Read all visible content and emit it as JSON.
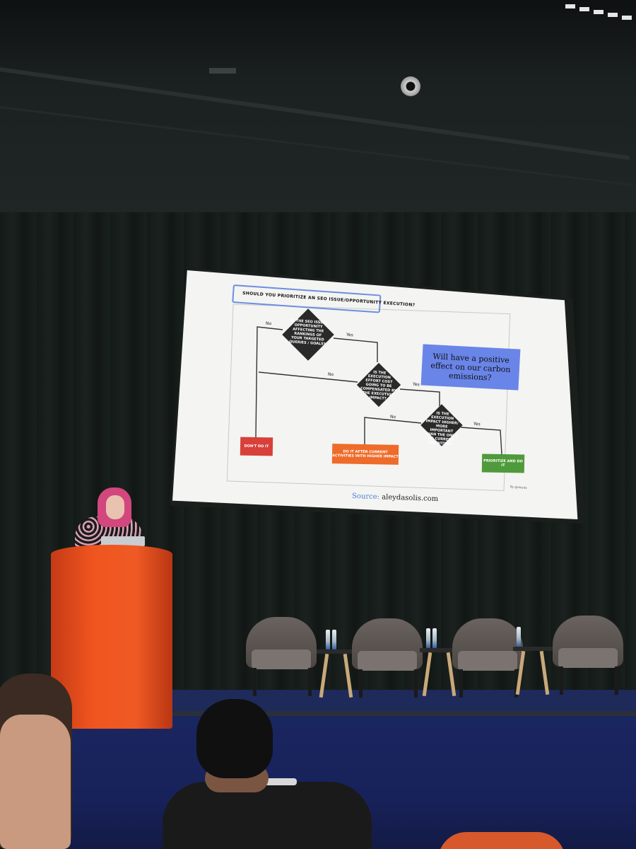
{
  "slide": {
    "title": "SHOULD YOU PRIORITIZE AN SEO ISSUE/OPPORTUNITY EXECUTION?",
    "q1": "IS THE SEO ISSUE/ OPPORTUNITY AFFECTING THE RANKINGS OF YOUR TARGETED QUERIES / GOALS?",
    "q2": "IS THE EXECUTION EFFORT COST GOING TO BE COMPENSATED BY THE EXECUTION IMPACT?",
    "q3": "IS THE EXECUTION IMPACT HIGHER/ MORE IMPORTANT THAN THE ONES OF CURRENT ACTIVITIES?",
    "label_no_1": "No",
    "label_yes_1": "Yes",
    "label_no_2": "No",
    "label_yes_2": "Yes",
    "label_no_3": "No",
    "label_yes_3": "Yes",
    "outcome_dont": "DON'T DO IT",
    "outcome_after": "DO IT AFTER CURRENT ACTIVITIES WITH HIGHER IMPACT",
    "outcome_prioritize": "PRIORITIZE AND DO IT",
    "callout": "Will have a positive effect on our carbon emissions?",
    "byline": "By @aleyda",
    "source_label": "Source:",
    "source_value": " aleydasolis.com"
  },
  "colors": {
    "outcome_dont": "#d8403a",
    "outcome_after": "#ee6b2a",
    "outcome_prioritize": "#4f9a3a",
    "callout_bg": "#6a85e8",
    "title_border": "#6d8ee0",
    "podium": "#ef5a24",
    "stage": "#1e2a5a"
  }
}
